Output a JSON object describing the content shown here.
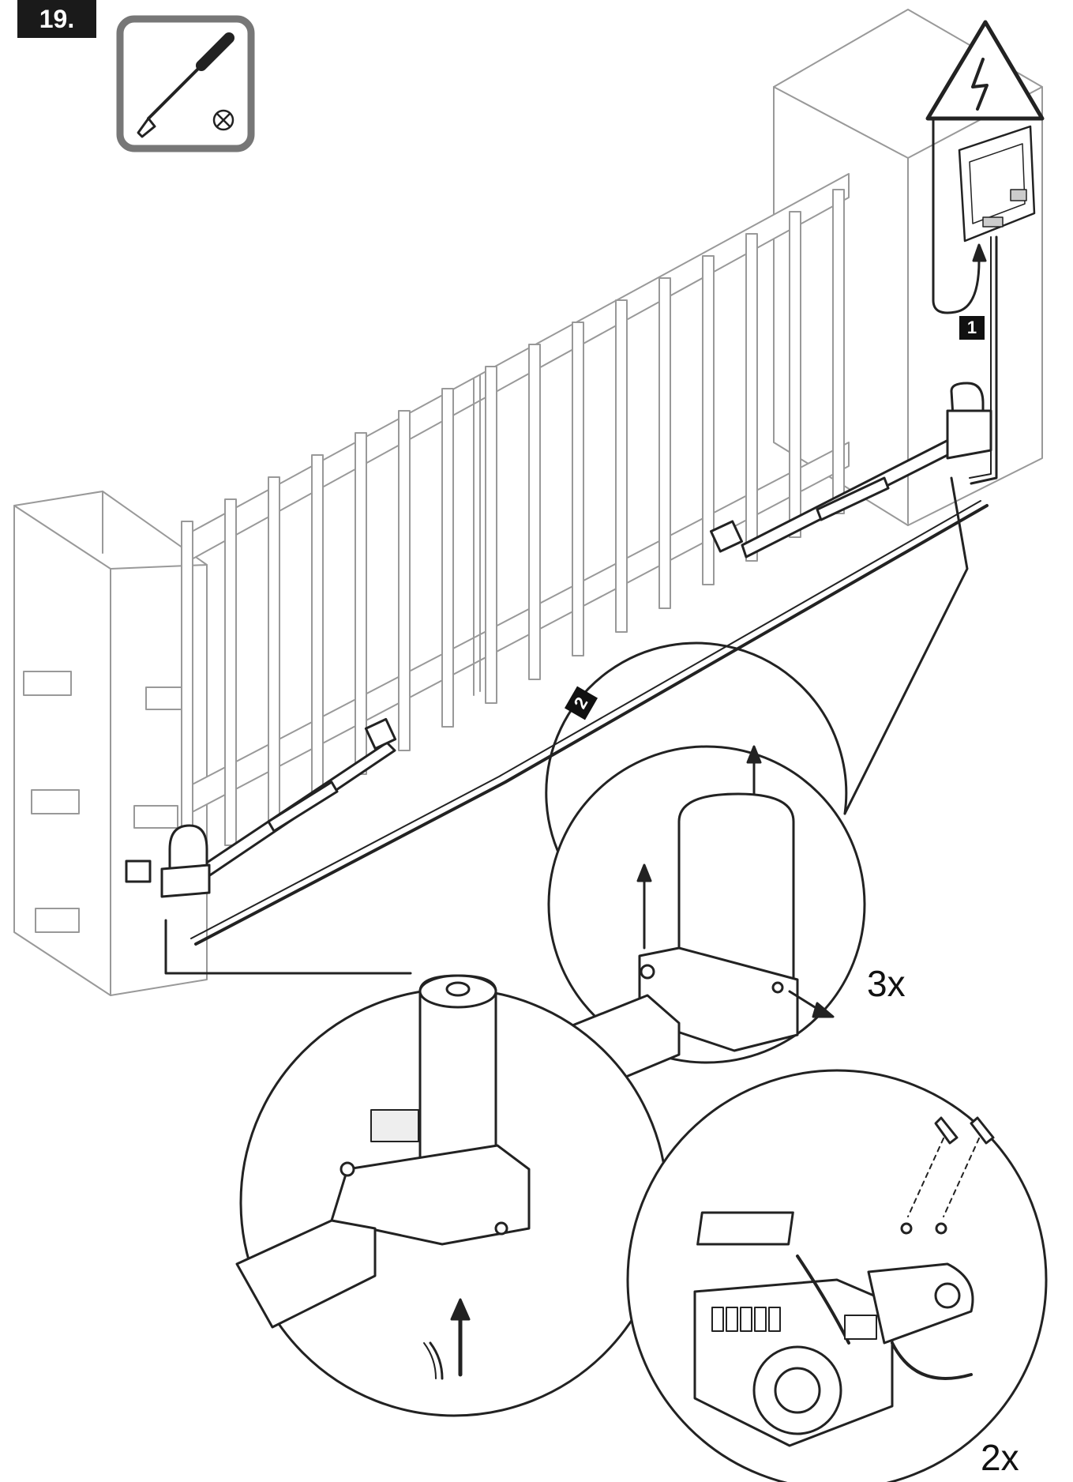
{
  "step": {
    "number": "19."
  },
  "cables": {
    "one": "1",
    "two": "2"
  },
  "multipliers": {
    "cover_screws": "3x",
    "plate_screws": "2x"
  },
  "icons": {
    "tool": "screwdriver-icon",
    "hazard": "electric-hazard-icon"
  },
  "colors": {
    "ink": "#111111",
    "badge": "#1a1a1a",
    "paper": "#ffffff"
  }
}
